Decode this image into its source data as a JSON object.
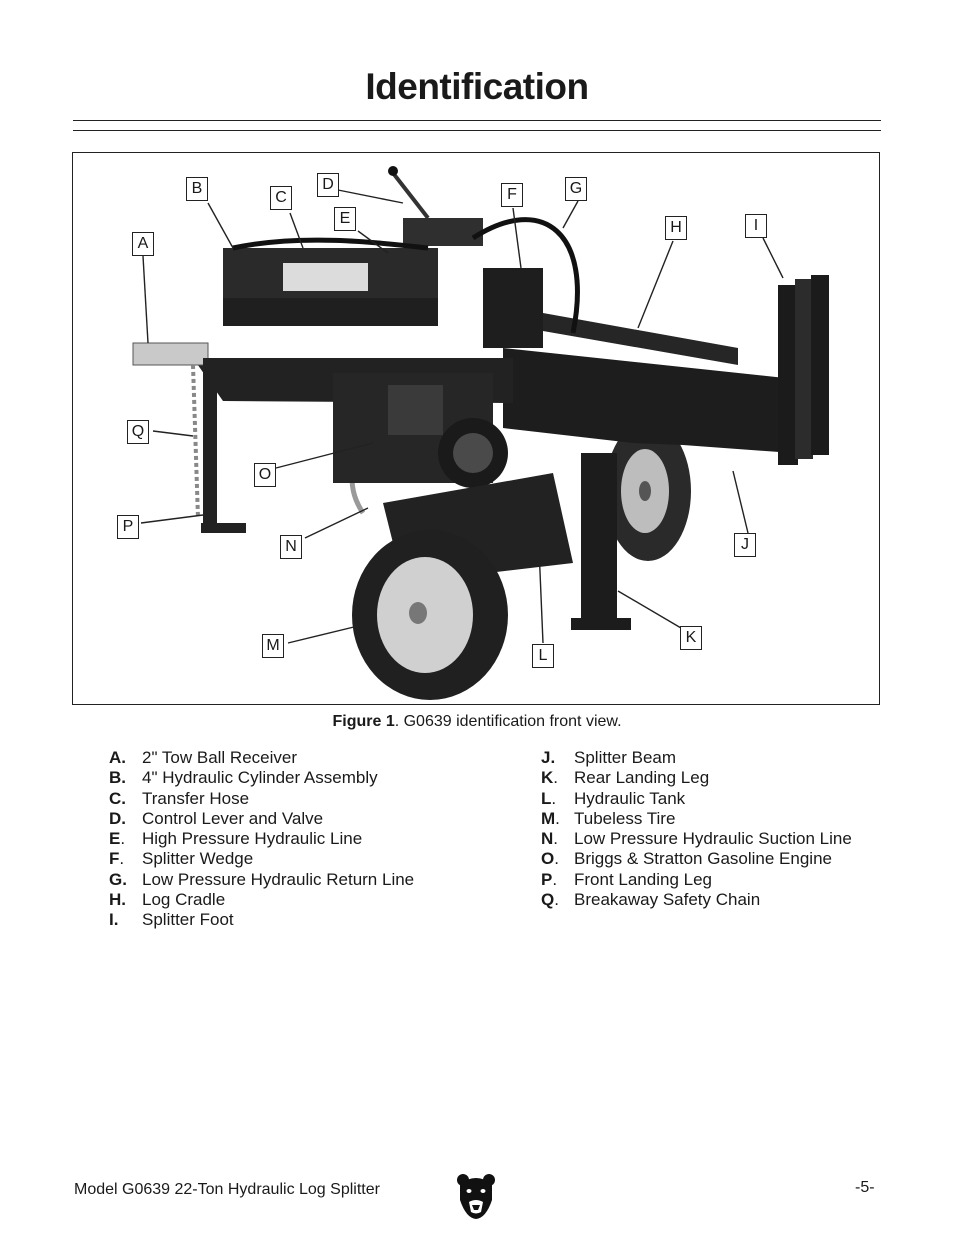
{
  "page_title": "Identification",
  "figure": {
    "label": "Figure 1",
    "caption_text": ". G0639 identification front view.",
    "callouts": [
      "A",
      "B",
      "C",
      "D",
      "E",
      "F",
      "G",
      "H",
      "I",
      "J",
      "K",
      "L",
      "M",
      "N",
      "O",
      "P",
      "Q"
    ]
  },
  "parts_left": [
    {
      "letter": "A.",
      "sep": "",
      "name": "2\" Tow Ball Receiver"
    },
    {
      "letter": "B.",
      "sep": "",
      "name": "4\" Hydraulic Cylinder Assembly"
    },
    {
      "letter": "C.",
      "sep": "",
      "name": "Transfer Hose"
    },
    {
      "letter": "D.",
      "sep": "",
      "name": "Control Lever and Valve"
    },
    {
      "letter": "E",
      "sep": ".",
      "name": "High Pressure Hydraulic Line"
    },
    {
      "letter": "F",
      "sep": ".",
      "name": "Splitter Wedge"
    },
    {
      "letter": "G.",
      "sep": "",
      "name": "Low Pressure Hydraulic Return Line"
    },
    {
      "letter": "H.",
      "sep": "",
      "name": "Log Cradle"
    },
    {
      "letter": "I.",
      "sep": "",
      "name": "Splitter Foot"
    }
  ],
  "parts_right": [
    {
      "letter": "J.",
      "sep": "",
      "name": "Splitter Beam"
    },
    {
      "letter": "K",
      "sep": ".",
      "name": "Rear Landing Leg"
    },
    {
      "letter": "L",
      "sep": ".",
      "name": "Hydraulic Tank"
    },
    {
      "letter": "M",
      "sep": ".",
      "name": "Tubeless Tire"
    },
    {
      "letter": "N",
      "sep": ".",
      "name": "Low Pressure Hydraulic Suction Line"
    },
    {
      "letter": "O",
      "sep": ".",
      "name": "Briggs & Stratton Gasoline Engine"
    },
    {
      "letter": "P",
      "sep": ".",
      "name": "Front Landing Leg"
    },
    {
      "letter": "Q",
      "sep": ".",
      "name": "Breakaway Safety Chain"
    }
  ],
  "footer": {
    "model_text": "Model G0639 22-Ton Hydraulic Log Splitter",
    "page_number": "-5-",
    "logo_icon": "grizzly-bear-logo-icon"
  }
}
